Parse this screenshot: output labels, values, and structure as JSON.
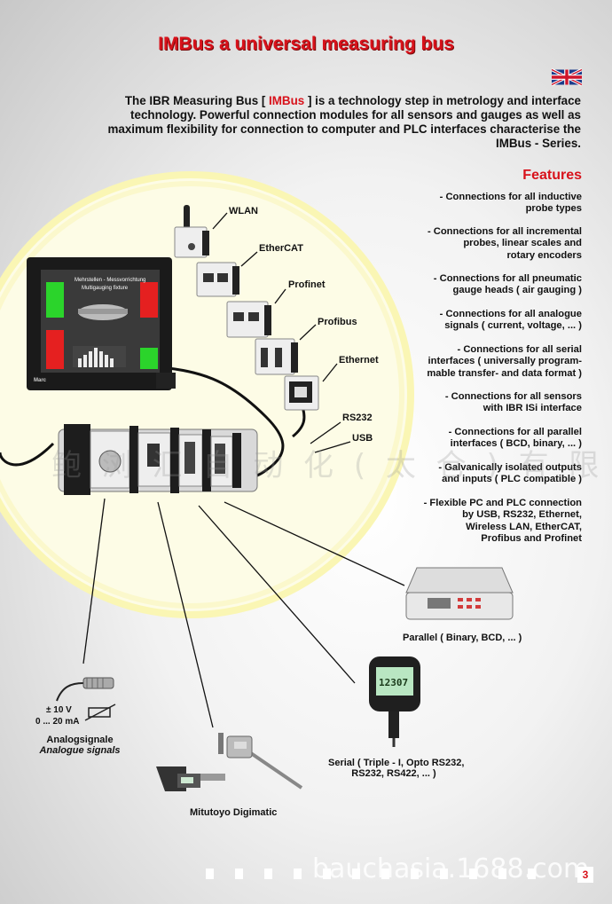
{
  "title": "IMBus a universal measuring bus",
  "intro": {
    "prefix": "The IBR Measuring Bus [ ",
    "highlight": "IMBus",
    "suffix": " ] is a technology step in metrology and interface technology. Powerful connection modules for all sensors and gauges as well as maximum flexibility for connection to computer and PLC interfaces characterise the IMBus - Series."
  },
  "features": {
    "heading": "Features",
    "items": [
      [
        "- Connections for all inductive",
        "probe types"
      ],
      [
        "- Connections for all incremental",
        "probes, linear scales and",
        "rotary encoders"
      ],
      [
        "- Connections for all pneumatic",
        "gauge heads ( air gauging )"
      ],
      [
        "- Connections for all analogue",
        "signals ( current, voltage, ... )"
      ],
      [
        "- Connections for all serial",
        "interfaces ( universally program-",
        "mable transfer- and data format )"
      ],
      [
        "- Connections for all sensors",
        "with IBR ISi interface"
      ],
      [
        "- Connections for all parallel",
        "interfaces ( BCD, binary, ... )"
      ],
      [
        "- Galvanically isolated outputs",
        "and inputs ( PLC compatible )"
      ],
      [
        "- Flexible PC and PLC connection",
        "by USB, RS232, Ethernet,",
        "Wireless LAN, EtherCAT,",
        "Profibus and Profinet"
      ]
    ]
  },
  "modules": {
    "wlan": "WLAN",
    "ethercat": "EtherCAT",
    "profinet": "Profinet",
    "profibus": "Profibus",
    "ethernet": "Ethernet",
    "rs232": "RS232",
    "usb": "USB"
  },
  "monitor": {
    "screen_line1": "Mehrstellen - Messvorrichtung",
    "screen_line2": "Multigauging fixture",
    "brand": "Marc"
  },
  "devices": {
    "parallel": "Parallel ( Binary, BCD, ... )",
    "serial_line1": "Serial ( Triple - I, Opto RS232,",
    "serial_line2": "RS232, RS422, ... )",
    "serial_display": "12307",
    "mitutoyo": "Mitutoyo Digimatic",
    "analog_voltage": "± 10 V",
    "analog_current": "0 ... 20 mA",
    "analog_de": "Analogsignale",
    "analog_en": "Analogue signals"
  },
  "watermark": "鲍 浏 汇 自 动 化 ( 太 仓 ) 有 限 公 司",
  "footer": {
    "site": "bauchasia.1688.com",
    "page": "3"
  }
}
